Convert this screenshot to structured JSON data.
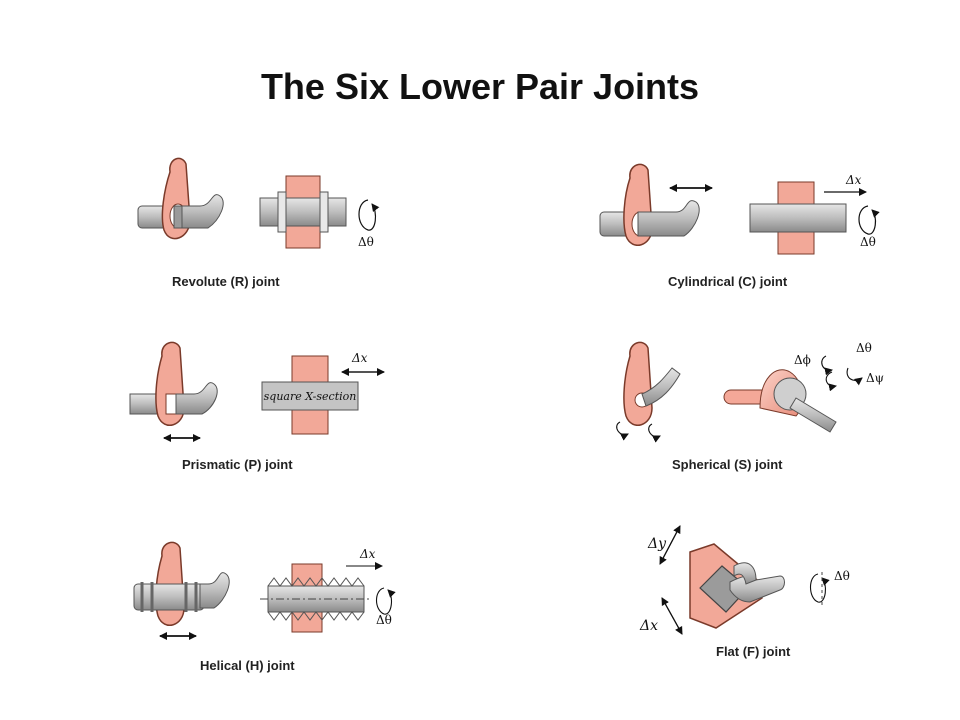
{
  "title": "The Six Lower Pair Joints",
  "colors": {
    "link": "#f2a898",
    "link_stroke": "#7a3a2a",
    "shaft": "#bdbdbd",
    "shaft_dark": "#8c8c8c"
  },
  "joints": [
    {
      "id": "revolute",
      "caption": "Revolute (R) joint",
      "motions": [
        "Δθ"
      ]
    },
    {
      "id": "cylindrical",
      "caption": "Cylindrical (C) joint",
      "motions": [
        "Δx",
        "Δθ"
      ]
    },
    {
      "id": "prismatic",
      "caption": "Prismatic (P) joint",
      "section_label": "square X-section",
      "motions": [
        "Δx"
      ]
    },
    {
      "id": "spherical",
      "caption": "Spherical (S) joint",
      "motions": [
        "Δϕ",
        "Δθ",
        "Δψ"
      ]
    },
    {
      "id": "helical",
      "caption": "Helical (H) joint",
      "motions": [
        "Δx",
        "Δθ"
      ]
    },
    {
      "id": "flat",
      "caption": "Flat (F) joint",
      "motions": [
        "Δy",
        "Δx",
        "Δθ"
      ]
    }
  ]
}
